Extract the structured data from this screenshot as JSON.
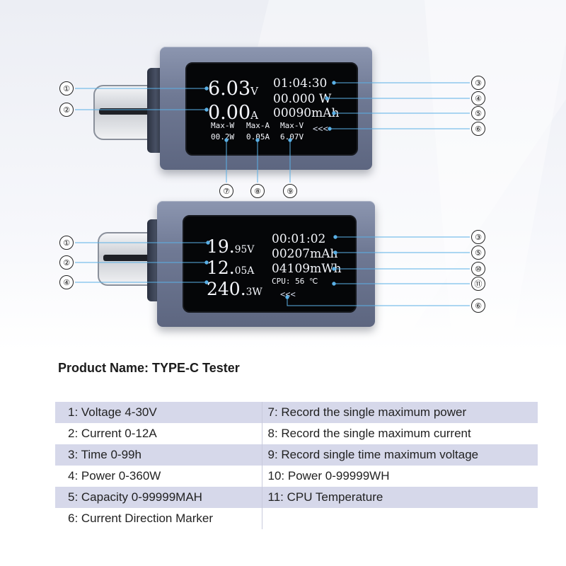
{
  "device_top": {
    "voltage_big": "6.03",
    "voltage_unit": "V",
    "time": "01:04:30",
    "power": "00.000 W",
    "current_big": "0.00",
    "current_unit": "A",
    "capacity": "00090mAh",
    "max_labels": [
      "Max-W",
      "Max-A",
      "Max-V"
    ],
    "max_values": [
      "00.2W",
      "0.05A",
      "6.07V"
    ],
    "direction_marker": "<<<"
  },
  "device_bottom": {
    "voltage_big": "19.",
    "voltage_small": "95",
    "voltage_unit": "V",
    "current_big": "12.",
    "current_small": "05",
    "current_unit": "A",
    "power_big": "240.",
    "power_small": "3",
    "power_unit": "W",
    "time": "00:01:02",
    "capacity": "00207mAh",
    "energy": "04109mWh",
    "cpu": "CPU: 56 ℃",
    "direction_marker": "<<<"
  },
  "callouts_top": {
    "left": [
      "①",
      "②"
    ],
    "right": [
      "③",
      "④",
      "⑤",
      "⑥"
    ],
    "bottom": [
      "⑦",
      "⑧",
      "⑨"
    ]
  },
  "callouts_bottom": {
    "left": [
      "①",
      "②",
      "④"
    ],
    "right": [
      "③",
      "⑤",
      "⑩",
      "⑪",
      "⑥"
    ]
  },
  "product_name": "Product Name: TYPE-C Tester",
  "spec_rows": [
    [
      "1: Voltage 4-30V",
      "7: Record the single maximum power"
    ],
    [
      "2: Current 0-12A",
      "8: Record the single maximum current"
    ],
    [
      "3: Time 0-99h",
      "9: Record single time maximum voltage"
    ],
    [
      "4: Power 0-360W",
      "10: Power 0-99999WH"
    ],
    [
      "5: Capacity 0-99999MAH",
      "11: CPU Temperature"
    ],
    [
      "6: Current Direction Marker",
      ""
    ]
  ],
  "colors": {
    "leader_line": "#5ab0e6",
    "table_shade": "#d6d8ea",
    "shell": "#6f7994",
    "screen": "#050608"
  }
}
